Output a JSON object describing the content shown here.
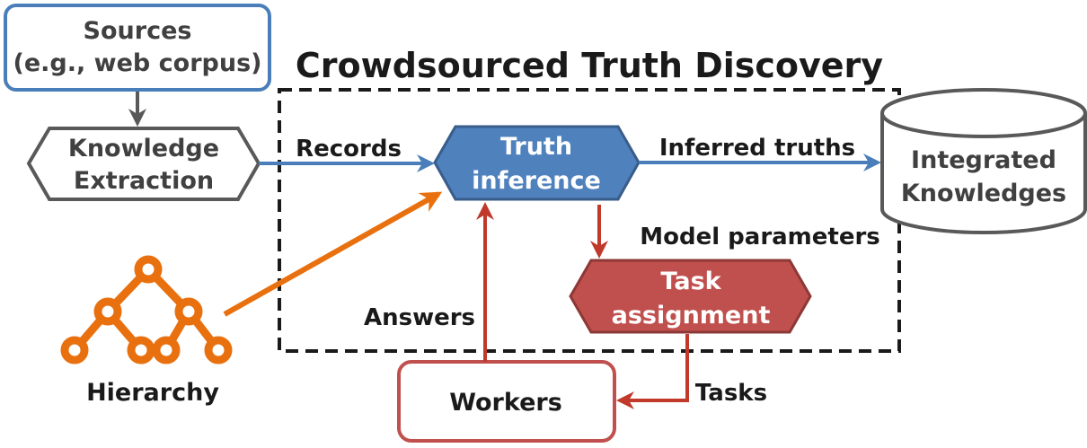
{
  "title": "Crowdsourced Truth Discovery",
  "nodes": {
    "sources": {
      "lines": [
        "Sources",
        "(e.g., web corpus)"
      ]
    },
    "extraction": {
      "lines": [
        "Knowledge",
        "Extraction"
      ]
    },
    "truth_inference": {
      "lines": [
        "Truth",
        "inference"
      ]
    },
    "integrated": {
      "lines": [
        "Integrated",
        "Knowledges"
      ]
    },
    "task_assignment": {
      "lines": [
        "Task",
        "assignment"
      ]
    },
    "workers": {
      "label": "Workers"
    },
    "hierarchy": {
      "label": "Hierarchy"
    }
  },
  "edges": {
    "records": "Records",
    "inferred_truths": "Inferred truths",
    "model_parameters": "Model parameters",
    "answers": "Answers",
    "tasks": "Tasks"
  },
  "colors": {
    "blue": "#4a7ebb",
    "blue_fill": "#4f81bd",
    "gray": "#595959",
    "red": "#c0392b",
    "red_fill": "#c0504d",
    "orange": "#e8700e",
    "workers_border": "#c0504d",
    "text": "#1a1a1a",
    "gray_text": "#404040"
  },
  "icons": {
    "hierarchy": "tree-hierarchy-icon"
  }
}
